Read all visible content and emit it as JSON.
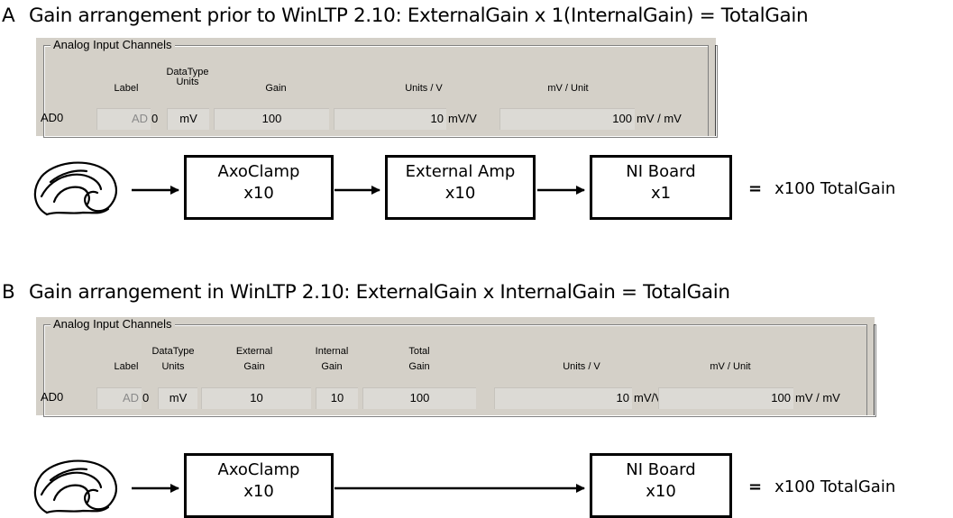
{
  "section_a": {
    "letter": "A",
    "heading": "Gain arrangement prior to WinLTP 2.10:  ExternalGain x 1(InternalGain) = TotalGain",
    "panel": {
      "title": "Analog Input Channels",
      "headers": {
        "label": "Label",
        "datatype_1": "DataType",
        "datatype_2": "Units",
        "gain": "Gain",
        "units_per_v": "Units / V",
        "mv_per_unit": "mV / Unit"
      },
      "row": {
        "channel": "AD0",
        "label_value": "AD",
        "label_index": "0",
        "units": "mV",
        "gain": "100",
        "units_per_v": "10",
        "units_per_v_unit": "mV/V",
        "mv_per_unit": "100",
        "mv_per_unit_unit": "mV / mV"
      }
    },
    "diagram": {
      "boxes": [
        {
          "name": "AxoClamp",
          "gain": "x10"
        },
        {
          "name": "External Amp",
          "gain": "x10"
        },
        {
          "name": "NI Board",
          "gain": "x1"
        }
      ],
      "result_eq": "=",
      "result": "x100  TotalGain"
    }
  },
  "section_b": {
    "letter": "B",
    "heading": "Gain arrangement in WinLTP 2.10:  ExternalGain x InternalGain = TotalGain",
    "panel": {
      "title": "Analog Input Channels",
      "headers": {
        "label": "Label",
        "datatype_1": "DataType",
        "datatype_2": "Units",
        "external_1": "External",
        "external_2": "Gain",
        "internal_1": "Internal",
        "internal_2": "Gain",
        "total_1": "Total",
        "total_2": "Gain",
        "units_per_v": "Units / V",
        "mv_per_unit": "mV / Unit"
      },
      "row": {
        "channel": "AD0",
        "label_value": "AD",
        "label_index": "0",
        "units": "mV",
        "external_gain": "10",
        "internal_gain": "10",
        "total_gain": "100",
        "units_per_v": "10",
        "units_per_v_unit": "mV/V",
        "mv_per_unit": "100",
        "mv_per_unit_unit": "mV / mV"
      }
    },
    "diagram": {
      "boxes": [
        {
          "name": "AxoClamp",
          "gain": "x10"
        },
        {
          "name": "NI Board",
          "gain": "x10"
        }
      ],
      "result_eq": "=",
      "result": "x100  TotalGain"
    }
  }
}
